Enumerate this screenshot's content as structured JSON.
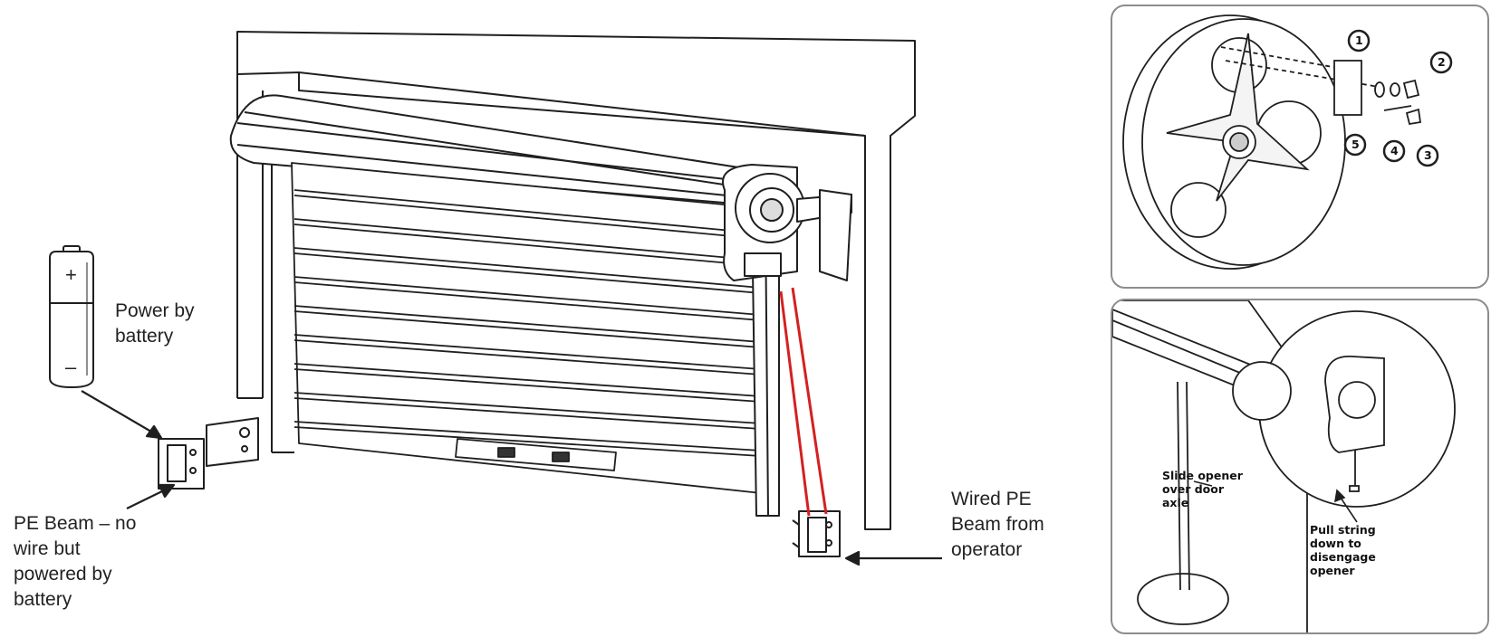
{
  "labels": {
    "power_by_battery": "Power by\nbattery",
    "pe_beam_battery": "PE Beam – no\nwire but\npowered by\nbattery",
    "wired_pe_beam": "Wired PE\nBeam from\noperator",
    "battery_plus": "+",
    "battery_minus": "–"
  },
  "detail_top": {
    "callouts": [
      "1",
      "2",
      "3",
      "4",
      "5"
    ]
  },
  "detail_bottom": {
    "slide_opener": "Slide opener\nover door\naxle",
    "pull_string": "Pull string\ndown to\ndisengage\nopener"
  },
  "colors": {
    "line": "#1f1f1f",
    "pe_beam_wire": "#d42020",
    "panel_border": "#8c8c8c"
  }
}
